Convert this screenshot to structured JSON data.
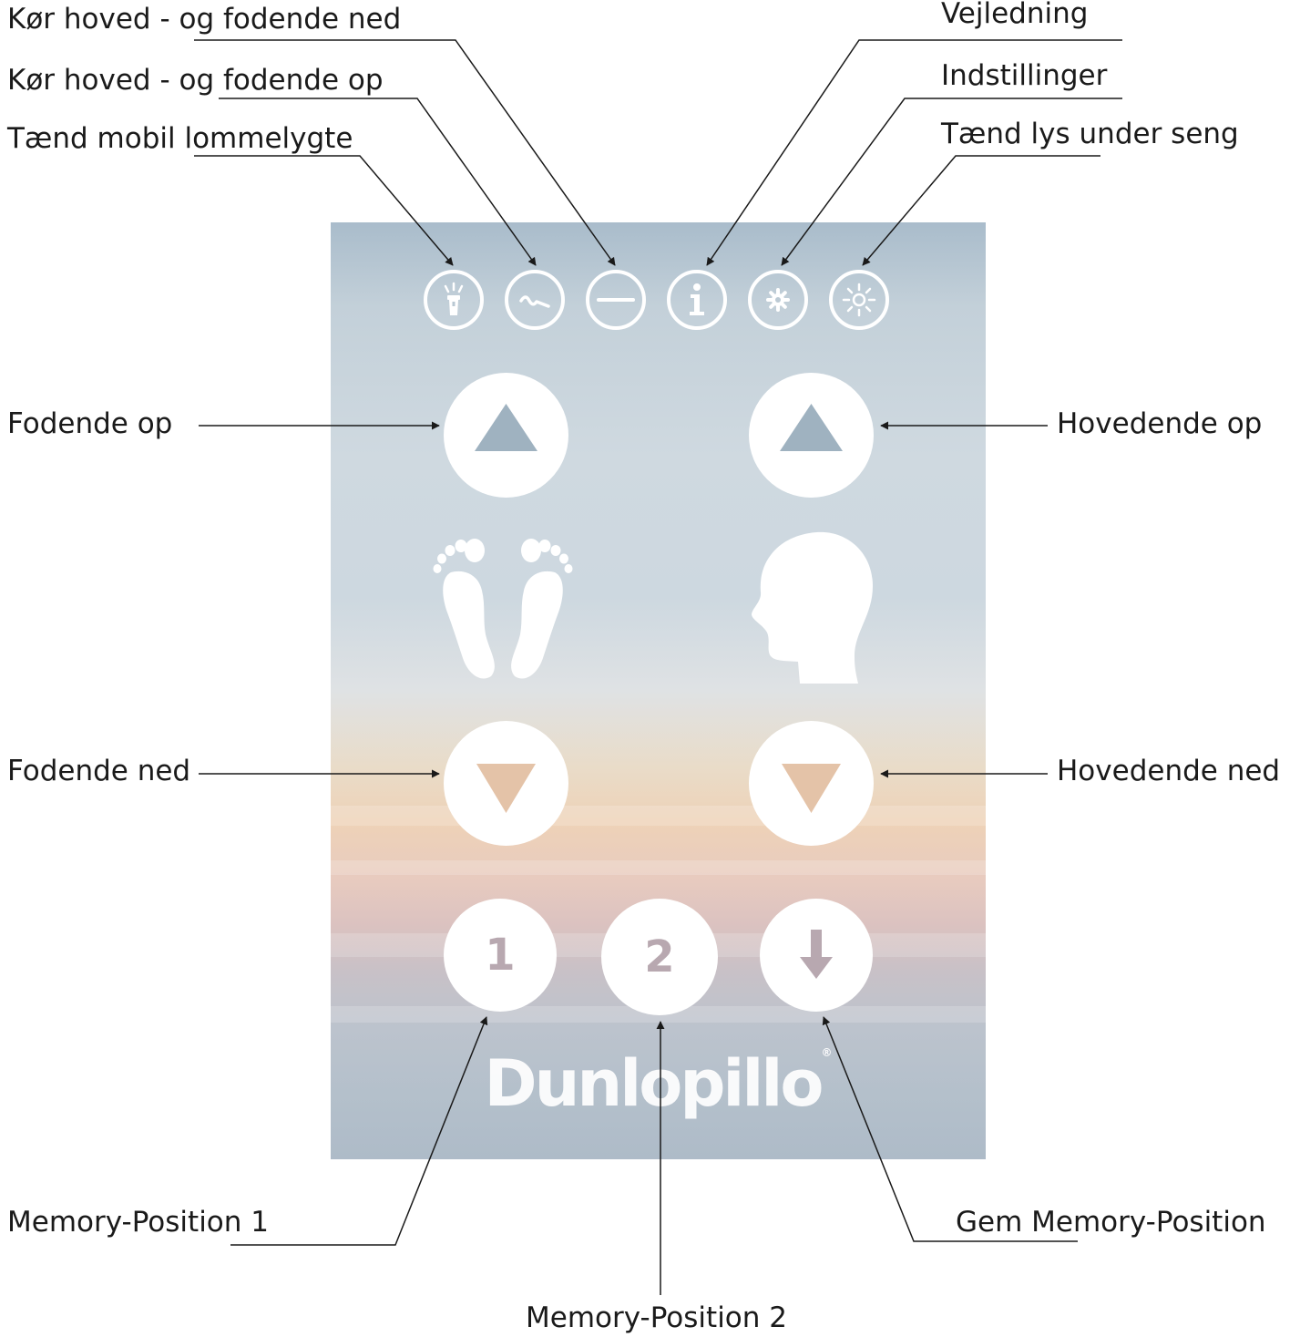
{
  "labels": {
    "drive_down": "Kør hoved - og fodende ned",
    "drive_up": "Kør hoved - og fodende op",
    "flashlight": "Tænd mobil lommelygte",
    "guide": "Vejledning",
    "settings": "Indstillinger",
    "bed_light": "Tænd lys under seng",
    "foot_up": "Fodende op",
    "head_up": "Hovedende op",
    "foot_down": "Fodende ned",
    "head_down": "Hovedende ned",
    "memory_1": "Memory-Position 1",
    "memory_2": "Memory-Position 2",
    "save_memory": "Gem Memory-Position"
  },
  "buttons": {
    "memory_1_number": "1",
    "memory_2_number": "2"
  },
  "brand": {
    "name": "Dunlopillo",
    "mark": "®"
  },
  "top_icons": [
    "flashlight-icon",
    "wave-icon",
    "minus-icon",
    "info-icon",
    "gear-icon",
    "sun-icon"
  ],
  "colors": {
    "panel_top": "#a9bccb",
    "panel_middle": "#eed2b7",
    "panel_bottom": "#aebbc8",
    "button_fill": "#ffffff",
    "up_arrow": "#9fb2c0",
    "down_arrow": "#e4c3a8",
    "memory_number": "#b8a8b0",
    "callout_text": "#1a1a1a"
  }
}
